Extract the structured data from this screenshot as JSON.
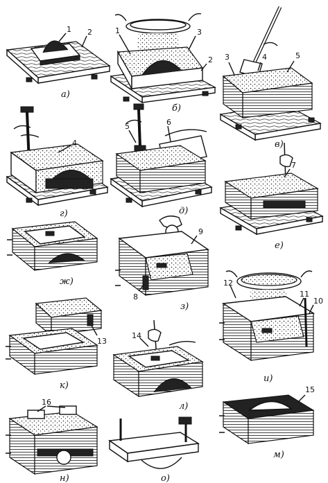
{
  "panels": [
    {
      "id": "a",
      "caption": "а)",
      "leaders": [
        "1",
        "2"
      ]
    },
    {
      "id": "b",
      "caption": "б)",
      "leaders": [
        "1",
        "3",
        "2"
      ]
    },
    {
      "id": "v",
      "caption": "в)",
      "leaders": [
        "3",
        "4",
        "5"
      ]
    },
    {
      "id": "g",
      "caption": "г)",
      "leaders": [
        "4"
      ]
    },
    {
      "id": "d",
      "caption": "д)",
      "leaders": [
        "5",
        "6"
      ]
    },
    {
      "id": "e",
      "caption": "е)",
      "leaders": [
        "7"
      ]
    },
    {
      "id": "zh",
      "caption": "ж)",
      "leaders": []
    },
    {
      "id": "z",
      "caption": "з)",
      "leaders": [
        "9",
        "8"
      ]
    },
    {
      "id": "k",
      "caption": "к)",
      "leaders": [
        "13"
      ]
    },
    {
      "id": "l",
      "caption": "л)",
      "leaders": [
        "14"
      ]
    },
    {
      "id": "i",
      "caption": "и)",
      "leaders": [
        "12",
        "11",
        "10"
      ]
    },
    {
      "id": "n",
      "caption": "н)",
      "leaders": [
        "16"
      ]
    },
    {
      "id": "o",
      "caption": "о)",
      "leaders": []
    },
    {
      "id": "m",
      "caption": "м)",
      "leaders": [
        "15"
      ]
    }
  ]
}
